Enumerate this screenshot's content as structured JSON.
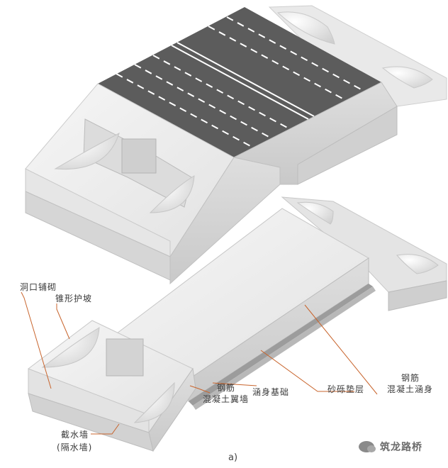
{
  "labels": {
    "portal_paving": "洞口铺砌",
    "cone_slope": "锥形护坡",
    "rebar_label_left": "钢筋",
    "wing_wall": "混凝土翼墙",
    "culvert_foundation": "涵身基础",
    "gravel_cushion": "砂砾垫层",
    "rebar_label_right": "钢筋",
    "rc_culvert_body": "混凝土涵身",
    "cutoff_wall": "截水墙",
    "cutoff_wall_alt": "(隔水墙)"
  },
  "caption": "a)",
  "watermark": "筑龙路桥",
  "colors": {
    "road": "#5c5c5c",
    "lane_marking": "#ffffff",
    "leader_line": "#c8642c",
    "concrete_light": "#f1f1f1",
    "concrete_mid": "#dcdcdc",
    "concrete_dark": "#c4c4c4"
  }
}
